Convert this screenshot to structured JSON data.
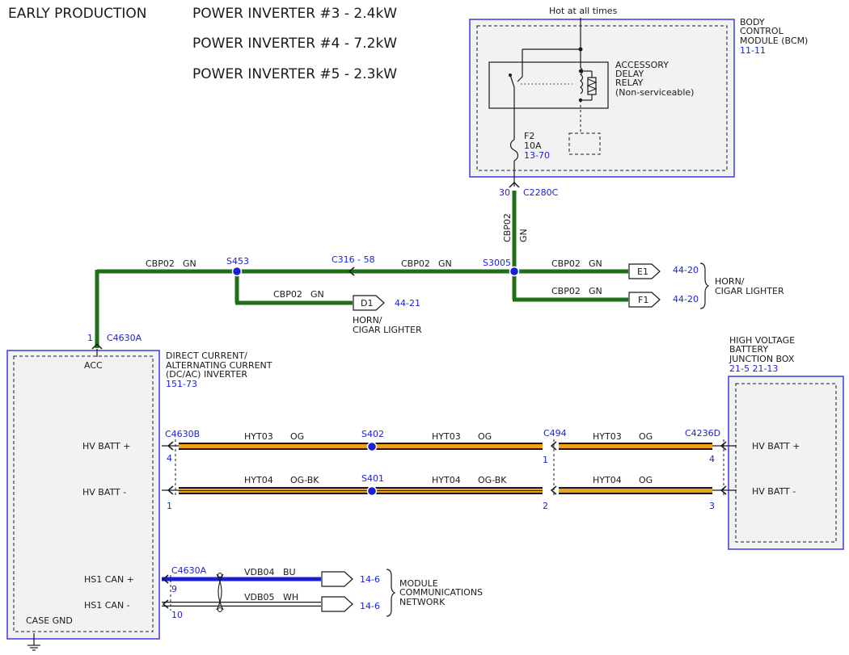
{
  "header": {
    "production": "EARLY PRODUCTION",
    "inverters": [
      "POWER INVERTER #3 - 2.4kW",
      "POWER INVERTER #4 - 7.2kW",
      "POWER INVERTER #5 - 2.3kW"
    ]
  },
  "bcm": {
    "hot_label": "Hot at all times",
    "name_lines": [
      "BODY",
      "CONTROL",
      "MODULE (BCM)"
    ],
    "ref": "11-11",
    "relay_lines": [
      "ACCESSORY",
      "DELAY",
      "RELAY",
      "(Non-serviceable)"
    ],
    "fuse_name": "F2",
    "fuse_rating": "10A",
    "fuse_ref": "13-70",
    "pin": "30",
    "connector": "C2280C"
  },
  "colors": {
    "green_wire": "#1f6e1a",
    "orange_wire": "#f0a020",
    "blue_wire": "#1a1fd6",
    "white_wire": "#ffffff",
    "ref_text": "#1a1fd6",
    "module_border": "#3a3ae0",
    "module_fill": "#f2f2f2"
  },
  "wires": {
    "vert_circuit": "CBP02",
    "vert_color": "GN",
    "top_left_circuit": "CBP02",
    "top_left_color": "GN",
    "mid_circuit": "CBP02",
    "mid_color": "GN",
    "right_e1_circuit": "CBP02",
    "right_e1_color": "GN",
    "right_f1_circuit": "CBP02",
    "right_f1_color": "GN",
    "d1_circuit": "CBP02",
    "d1_color": "GN"
  },
  "splices": {
    "s453": "S453",
    "s3005": "S3005",
    "s402": "S402",
    "s401": "S401"
  },
  "inline_connector": "C316 - 58",
  "terminals": {
    "e1": "E1",
    "e1_ref": "44-20",
    "f1": "F1",
    "f1_ref": "44-20",
    "d1": "D1",
    "d1_ref": "44-21",
    "horn_right_lines": [
      "HORN/",
      "CIGAR LIGHTER"
    ],
    "horn_d1_lines": [
      "HORN/",
      "CIGAR LIGHTER"
    ]
  },
  "inverter": {
    "acc_pin": "1",
    "acc_connector": "C4630A",
    "acc_label": "ACC",
    "name_lines": [
      "DIRECT CURRENT/",
      "ALTERNATING CURRENT",
      "(DC/AC) INVERTER"
    ],
    "ref": "151-73",
    "hv_batt_plus": "HV BATT +",
    "hv_batt_minus": "HV BATT -",
    "hs1_can_plus": "HS1 CAN +",
    "hs1_can_minus": "HS1 CAN -",
    "case_gnd": "CASE GND"
  },
  "hv": {
    "conn_left": "C4630B",
    "pin_left_plus": "4",
    "pin_left_minus": "1",
    "seg1_plus_circuit": "HYT03",
    "seg1_plus_color": "OG",
    "seg2_plus_circuit": "HYT03",
    "seg2_plus_color": "OG",
    "seg1_minus_circuit": "HYT04",
    "seg1_minus_color": "OG-BK",
    "seg2_minus_circuit": "HYT04",
    "seg2_minus_color": "OG-BK",
    "conn_mid": "C494",
    "pin_mid_plus": "1",
    "pin_mid_minus": "2",
    "seg3_plus_circuit": "HYT03",
    "seg3_plus_color": "OG",
    "seg3_minus_circuit": "HYT04",
    "seg3_minus_color": "OG",
    "conn_right": "C4236D",
    "pin_right_plus": "4",
    "pin_right_minus": "3"
  },
  "junction_box": {
    "name_lines": [
      "HIGH VOLTAGE",
      "BATTERY",
      "JUNCTION BOX"
    ],
    "ref": "21-5  21-13",
    "hv_batt_plus": "HV BATT +",
    "hv_batt_minus": "HV BATT -"
  },
  "can": {
    "connector": "C4630A",
    "pin_plus": "9",
    "pin_minus": "10",
    "plus_circuit": "VDB04",
    "plus_color": "BU",
    "minus_circuit": "VDB05",
    "minus_color": "WH",
    "plus_ref": "14-6",
    "minus_ref": "14-6",
    "network_lines": [
      "MODULE",
      "COMMUNICATIONS",
      "NETWORK"
    ]
  }
}
